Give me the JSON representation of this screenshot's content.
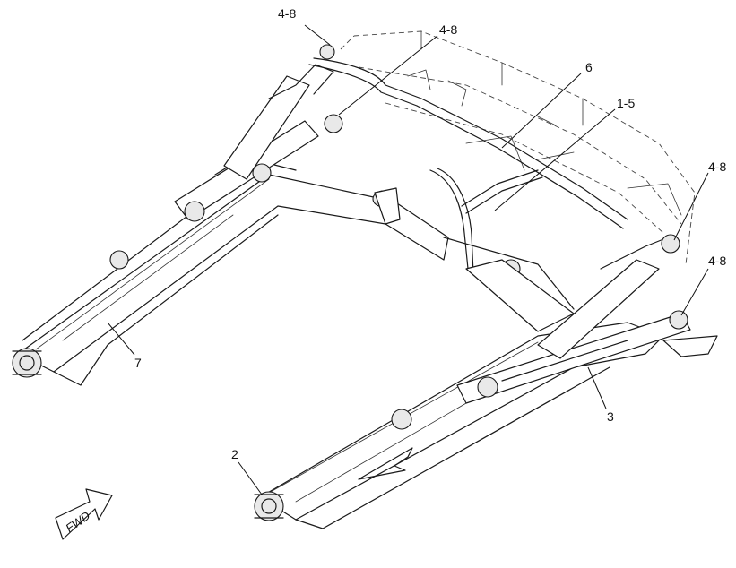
{
  "callouts": {
    "c_48_top_left": "4-8",
    "c_48_top_mid": "4-8",
    "c_6": "6",
    "c_15": "1-5",
    "c_48_right_upper": "4-8",
    "c_48_right_lower": "4-8",
    "c_7": "7",
    "c_3": "3",
    "c_2": "2"
  },
  "direction_arrow": {
    "label": "FWD"
  },
  "colors": {
    "line": "#1a1a1a",
    "background": "#ffffff",
    "shade": "#e9e9e9"
  }
}
